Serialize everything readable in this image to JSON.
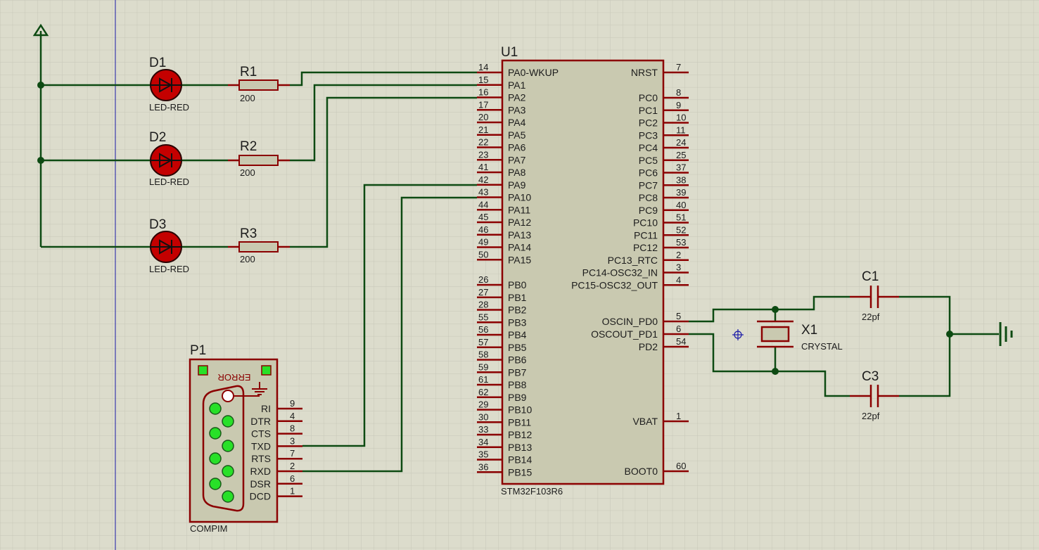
{
  "canvas": {
    "background": "#dcdccc",
    "grid_color": "#c6c6b8",
    "wire_color": "#0d4a12",
    "component_color": "#8b0000",
    "body_fill": "#c9c9b0",
    "led_fill": "#c40000",
    "indicator_green": "#28e028",
    "margin_line_color": "#1a1aa8"
  },
  "mcu": {
    "ref": "U1",
    "part": "STM32F103R6",
    "left_pins": [
      {
        "num": "14",
        "name": "PA0-WKUP"
      },
      {
        "num": "15",
        "name": "PA1"
      },
      {
        "num": "16",
        "name": "PA2"
      },
      {
        "num": "17",
        "name": "PA3"
      },
      {
        "num": "20",
        "name": "PA4"
      },
      {
        "num": "21",
        "name": "PA5"
      },
      {
        "num": "22",
        "name": "PA6"
      },
      {
        "num": "23",
        "name": "PA7"
      },
      {
        "num": "41",
        "name": "PA8"
      },
      {
        "num": "42",
        "name": "PA9"
      },
      {
        "num": "43",
        "name": "PA10"
      },
      {
        "num": "44",
        "name": "PA11"
      },
      {
        "num": "45",
        "name": "PA12"
      },
      {
        "num": "46",
        "name": "PA13"
      },
      {
        "num": "49",
        "name": "PA14"
      },
      {
        "num": "50",
        "name": "PA15"
      },
      {
        "num": "26",
        "name": "PB0"
      },
      {
        "num": "27",
        "name": "PB1"
      },
      {
        "num": "28",
        "name": "PB2"
      },
      {
        "num": "55",
        "name": "PB3"
      },
      {
        "num": "56",
        "name": "PB4"
      },
      {
        "num": "57",
        "name": "PB5"
      },
      {
        "num": "58",
        "name": "PB6"
      },
      {
        "num": "59",
        "name": "PB7"
      },
      {
        "num": "61",
        "name": "PB8"
      },
      {
        "num": "62",
        "name": "PB9"
      },
      {
        "num": "29",
        "name": "PB10"
      },
      {
        "num": "30",
        "name": "PB11"
      },
      {
        "num": "33",
        "name": "PB12"
      },
      {
        "num": "34",
        "name": "PB13"
      },
      {
        "num": "35",
        "name": "PB14"
      },
      {
        "num": "36",
        "name": "PB15"
      }
    ],
    "right_pins": [
      {
        "num": "7",
        "name": "NRST"
      },
      {
        "num": "8",
        "name": "PC0"
      },
      {
        "num": "9",
        "name": "PC1"
      },
      {
        "num": "10",
        "name": "PC2"
      },
      {
        "num": "11",
        "name": "PC3"
      },
      {
        "num": "24",
        "name": "PC4"
      },
      {
        "num": "25",
        "name": "PC5"
      },
      {
        "num": "37",
        "name": "PC6"
      },
      {
        "num": "38",
        "name": "PC7"
      },
      {
        "num": "39",
        "name": "PC8"
      },
      {
        "num": "40",
        "name": "PC9"
      },
      {
        "num": "51",
        "name": "PC10"
      },
      {
        "num": "52",
        "name": "PC11"
      },
      {
        "num": "53",
        "name": "PC12"
      },
      {
        "num": "2",
        "name": "PC13_RTC"
      },
      {
        "num": "3",
        "name": "PC14-OSC32_IN"
      },
      {
        "num": "4",
        "name": "PC15-OSC32_OUT"
      },
      {
        "num": "5",
        "name": "OSCIN_PD0"
      },
      {
        "num": "6",
        "name": "OSCOUT_PD1"
      },
      {
        "num": "54",
        "name": "PD2"
      },
      {
        "num": "1",
        "name": "VBAT"
      },
      {
        "num": "60",
        "name": "BOOT0"
      }
    ]
  },
  "leds": [
    {
      "ref": "D1",
      "value": "LED-RED"
    },
    {
      "ref": "D2",
      "value": "LED-RED"
    },
    {
      "ref": "D3",
      "value": "LED-RED"
    }
  ],
  "resistors": [
    {
      "ref": "R1",
      "value": "200"
    },
    {
      "ref": "R2",
      "value": "200"
    },
    {
      "ref": "R3",
      "value": "200"
    }
  ],
  "crystal": {
    "ref": "X1",
    "value": "CRYSTAL"
  },
  "capacitors": [
    {
      "ref": "C1",
      "value": "22pf"
    },
    {
      "ref": "C3",
      "value": "22pf"
    }
  ],
  "connector": {
    "ref": "P1",
    "part": "COMPIM",
    "error_label": "ERROR",
    "pins": [
      {
        "num": "9",
        "name": "RI"
      },
      {
        "num": "4",
        "name": "DTR"
      },
      {
        "num": "8",
        "name": "CTS"
      },
      {
        "num": "3",
        "name": "TXD"
      },
      {
        "num": "7",
        "name": "RTS"
      },
      {
        "num": "2",
        "name": "RXD"
      },
      {
        "num": "6",
        "name": "DSR"
      },
      {
        "num": "1",
        "name": "DCD"
      }
    ]
  }
}
